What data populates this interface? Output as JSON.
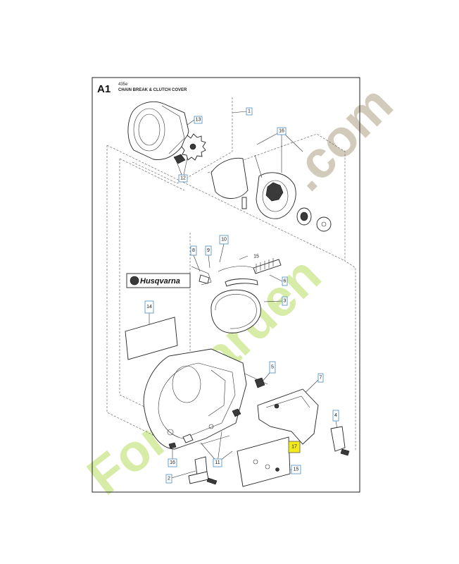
{
  "header": {
    "section_code": "A1",
    "model": "435e",
    "title": "CHAIN BREAK & CLUTCH COVER"
  },
  "brand_label": "Husqvarna",
  "callouts": {
    "c1": "1",
    "c13": "13",
    "c12": "12",
    "c16top": "16",
    "c8": "8",
    "c9": "9",
    "c10": "10",
    "c15a": "15",
    "c6": "6",
    "c3": "3",
    "c14": "14",
    "c5": "5",
    "c7": "7",
    "c4": "4",
    "c17": "17",
    "c16bot": "16",
    "c11": "11",
    "c15b": "15",
    "c2": "2"
  },
  "watermark": {
    "part1": "Foré",
    "part2": "tgarden",
    "part3": ".com"
  },
  "colors": {
    "callout_border": "#4a8cc2",
    "highlight": "#f2ea1a",
    "watermark_green": "#c9e68a",
    "watermark_beige": "#c8bda9"
  }
}
